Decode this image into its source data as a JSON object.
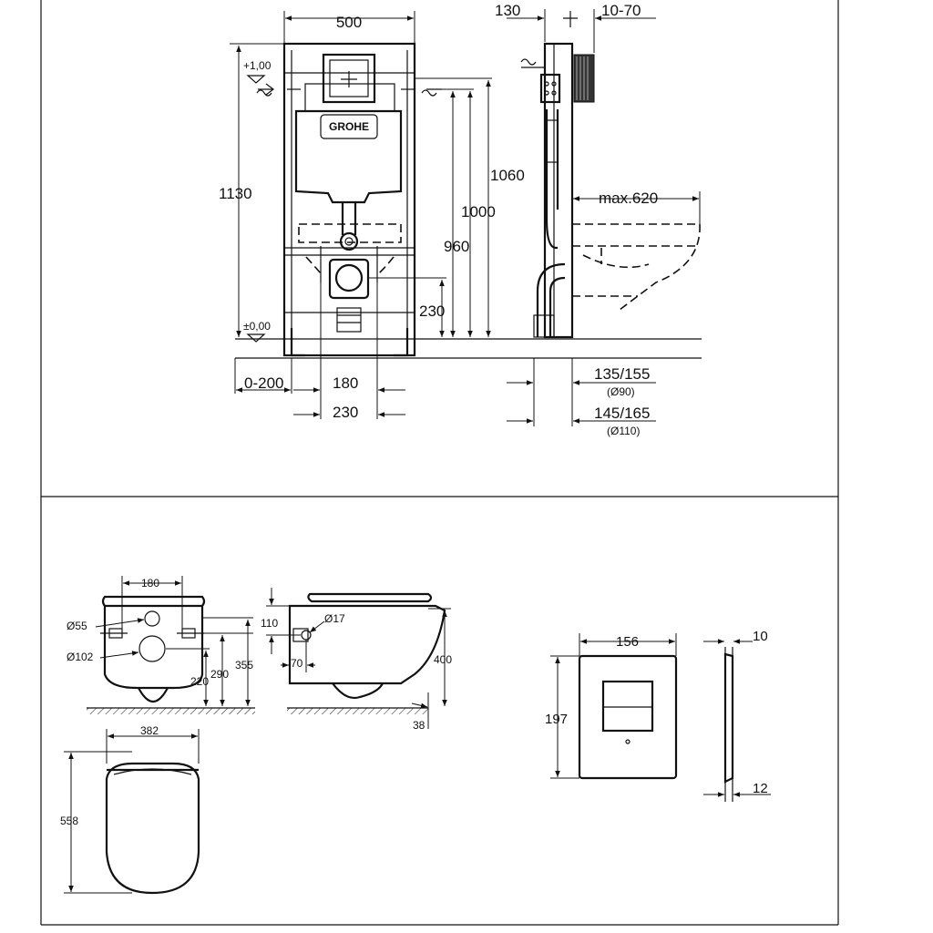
{
  "frame": {
    "brand": "GROHE",
    "dims": {
      "width": "500",
      "height": "1130",
      "h1060": "1060",
      "h1000": "1000",
      "h960": "960",
      "h230": "230",
      "level_top": "+1,00",
      "level_zero": "±0,00",
      "offset": "0-200",
      "w180": "180",
      "w230": "230"
    }
  },
  "side": {
    "dims": {
      "depth": "130",
      "adjust": "10-70",
      "max": "max.620",
      "d1": "135/155",
      "d1_sub": "(Ø90)",
      "d2": "145/165",
      "d2_sub": "(Ø110)"
    }
  },
  "bowl": {
    "dims": {
      "w180": "180",
      "d55": "Ø55",
      "d102": "Ø102",
      "h290": "290",
      "h220": "220",
      "h355": "355",
      "w382": "382",
      "l558": "558",
      "h110": "110",
      "d17": "Ø17",
      "w70": "70",
      "h400": "400",
      "h38": "38"
    }
  },
  "plate": {
    "dims": {
      "width": "156",
      "height": "197",
      "t10": "10",
      "t12": "12"
    }
  }
}
